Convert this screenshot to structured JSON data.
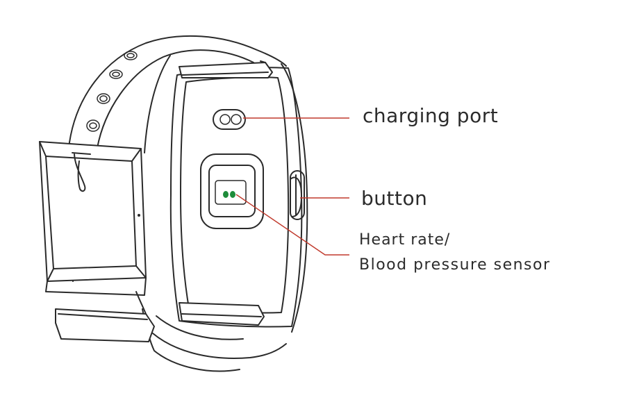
{
  "labels": {
    "charging_port": "charging port",
    "button": "button",
    "heart_rate": "Heart rate/",
    "blood_pressure": "Blood pressure sensor"
  },
  "colors": {
    "line": "#2a2a2a",
    "leader": "#c0392b",
    "sensor_led": "#1e8c3a",
    "text": "#2b2b2b"
  }
}
